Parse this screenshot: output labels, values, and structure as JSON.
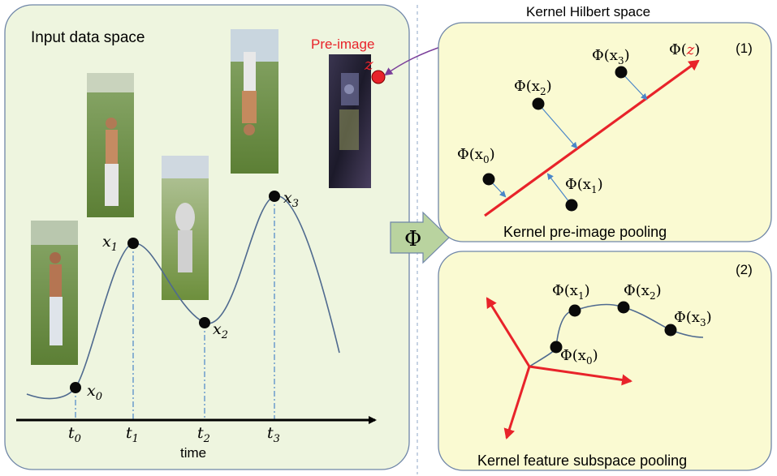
{
  "left_panel": {
    "title": "Input data space",
    "preimage_label": "Pre-image",
    "z_label": "z",
    "time_label": "time",
    "points": [
      {
        "x_base": "x",
        "x_sub": "0",
        "t_base": "t",
        "t_sub": "0"
      },
      {
        "x_base": "x",
        "x_sub": "1",
        "t_base": "t",
        "t_sub": "1"
      },
      {
        "x_base": "x",
        "x_sub": "2",
        "t_base": "t",
        "t_sub": "2"
      },
      {
        "x_base": "x",
        "x_sub": "3",
        "t_base": "t",
        "t_sub": "3"
      }
    ]
  },
  "phi_arrow": {
    "label": "Φ"
  },
  "right_title": "Kernel Hilbert space",
  "panel1": {
    "index": "(1)",
    "caption": "Kernel pre-image pooling",
    "phi_z": {
      "prefix": "Φ(",
      "var": "z",
      "suffix": ")"
    },
    "labels": [
      {
        "prefix": "Φ(x",
        "sub": "0",
        "suffix": ")"
      },
      {
        "prefix": "Φ(x",
        "sub": "1",
        "suffix": ")"
      },
      {
        "prefix": "Φ(x",
        "sub": "2",
        "suffix": ")"
      },
      {
        "prefix": "Φ(x",
        "sub": "3",
        "suffix": ")"
      }
    ]
  },
  "panel2": {
    "index": "(2)",
    "caption": "Kernel feature subspace pooling",
    "labels": [
      {
        "prefix": "Φ(x",
        "sub": "0",
        "suffix": ")"
      },
      {
        "prefix": "Φ(x",
        "sub": "1",
        "suffix": ")"
      },
      {
        "prefix": "Φ(x",
        "sub": "2",
        "suffix": ")"
      },
      {
        "prefix": "Φ(x",
        "sub": "3",
        "suffix": ")"
      }
    ]
  },
  "colors": {
    "panel_fill": "#eef5df",
    "panel_stroke": "#6f86a8",
    "right_panel_fill": "#fafad2",
    "phi_arrow_fill": "#b9d39f",
    "red": "#e8232a",
    "curve": "#4f6a8f",
    "dash": "#4a86c8"
  }
}
